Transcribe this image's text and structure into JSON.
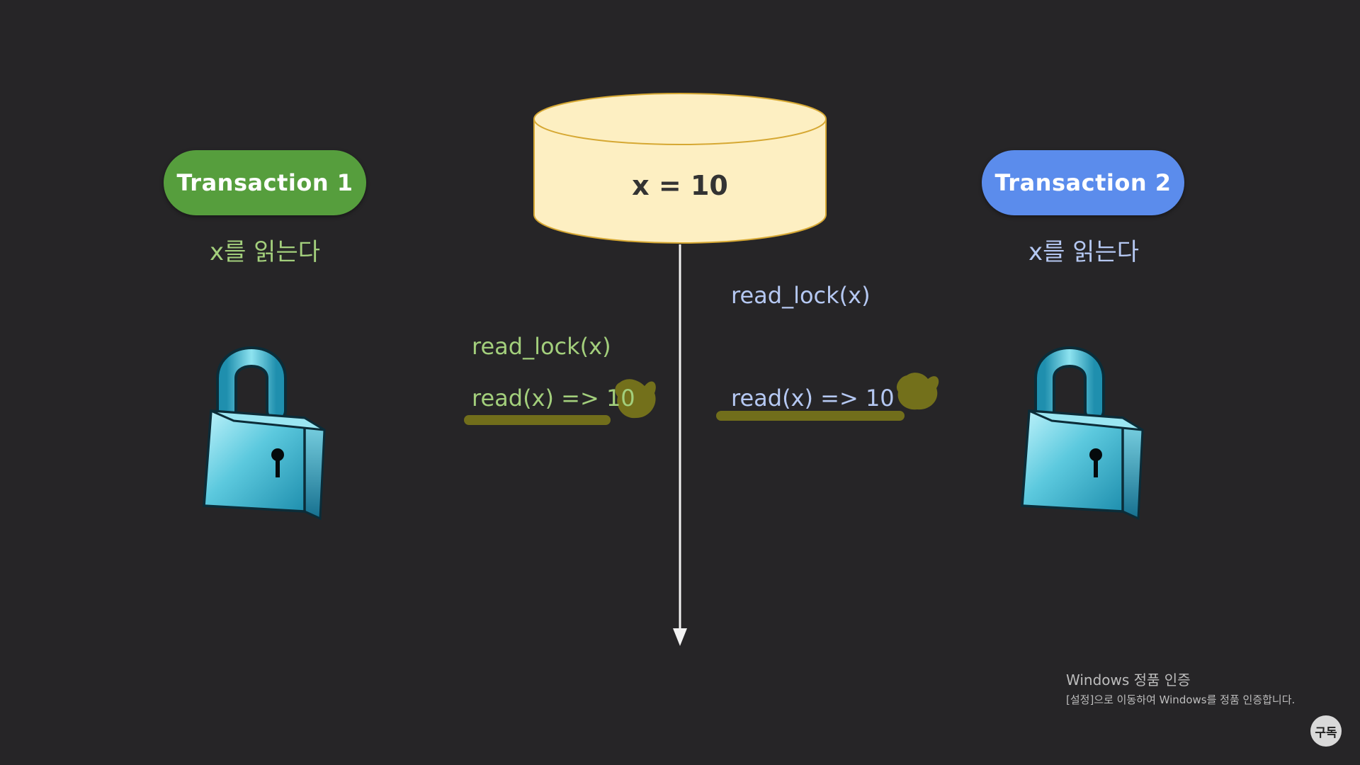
{
  "transactions": [
    {
      "label": "Transaction 1",
      "caption": "x를 읽는다",
      "color": "#569e3d"
    },
    {
      "label": "Transaction 2",
      "caption": "x를 읽는다",
      "color": "#5b8cec"
    }
  ],
  "database": {
    "value": "x = 10",
    "fill": "#fdefc2",
    "stroke": "#d6a833"
  },
  "operations": {
    "t1": {
      "lock": "read_lock(x)",
      "read": "read(x) => 10"
    },
    "t2": {
      "lock": "read_lock(x)",
      "read": "read(x) => 10"
    }
  },
  "icons": {
    "lock": "padlock-icon",
    "subscribe": "subscribe-badge"
  },
  "watermark": {
    "title": "Windows 정품 인증",
    "subtitle": "[설정]으로 이동하여 Windows를 정품 인증합니다."
  },
  "subscribe": {
    "label": "구독"
  }
}
